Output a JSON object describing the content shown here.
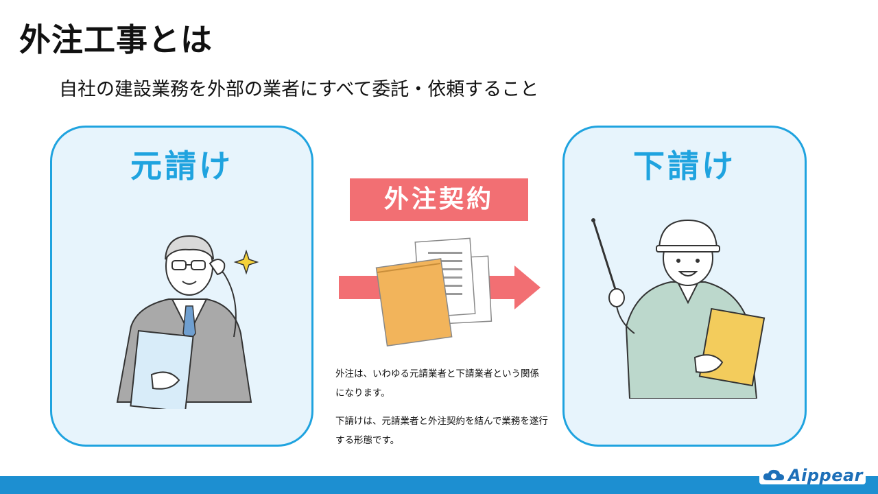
{
  "slide": {
    "title": "外注工事とは",
    "subtitle": "自社の建設業務を外部の業者にすべて委託・依頼すること"
  },
  "left_panel": {
    "title": "元請け"
  },
  "right_panel": {
    "title": "下請け"
  },
  "center": {
    "contract_label": "外注契約",
    "note1": "外注は、いわゆる元請業者と下請業者という関係になります。",
    "note2": "下請けは、元請業者と外注契約を結んで業務を遂行する形態です。"
  },
  "brand": {
    "logo_text": "Aippear"
  },
  "colors": {
    "accent_blue": "#1fa3df",
    "panel_bg": "#e7f4fc",
    "contract_red": "#f26f73",
    "footer_blue": "#1d8fd1"
  }
}
